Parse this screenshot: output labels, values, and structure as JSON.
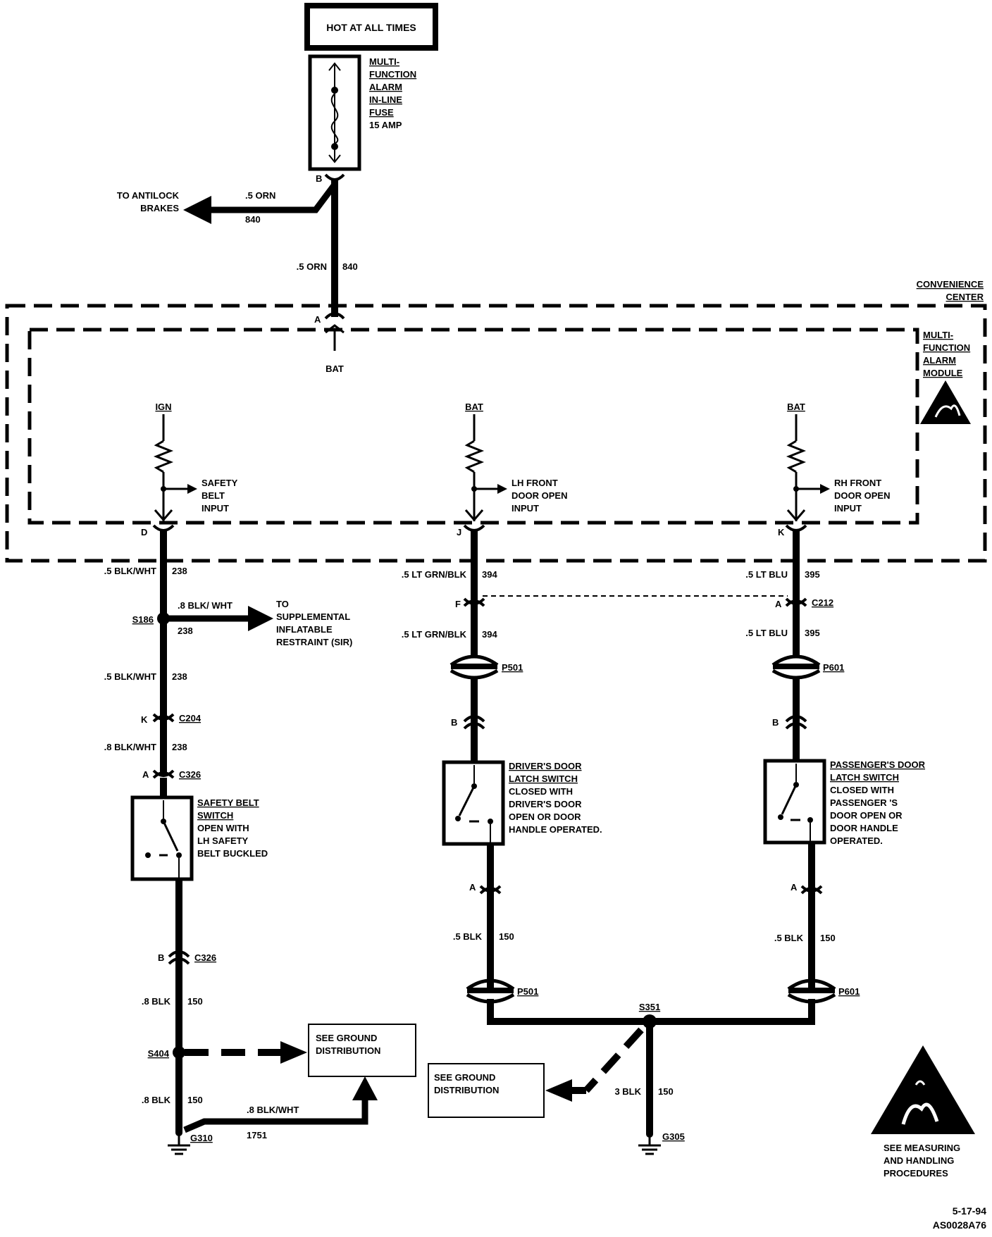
{
  "top_box": "HOT AT ALL TIMES",
  "fuse": {
    "label": [
      "MULTI-",
      "FUNCTION",
      "ALARM",
      "IN-LINE",
      "FUSE"
    ],
    "rating": "15 AMP",
    "pin_b": "B"
  },
  "antilock": {
    "label": [
      "TO ANTILOCK",
      "BRAKES"
    ],
    "wire": ".5 ORN",
    "circuit": "840"
  },
  "feed": {
    "wire": ".5 ORN",
    "circuit": "840"
  },
  "convenience_center": [
    "CONVENIENCE",
    "CENTER"
  ],
  "module": {
    "label": [
      "MULTI-",
      "FUNCTION",
      "ALARM",
      "MODULE"
    ],
    "pin_a": "A",
    "bat": "BAT"
  },
  "inputs": [
    {
      "source": "IGN",
      "label": [
        "SAFETY",
        "BELT",
        "INPUT"
      ],
      "pin": "D"
    },
    {
      "source": "BAT",
      "label": [
        "LH FRONT",
        "DOOR OPEN",
        "INPUT"
      ],
      "pin": "J"
    },
    {
      "source": "BAT",
      "label": [
        "RH FRONT",
        "DOOR OPEN",
        "INPUT"
      ],
      "pin": "K"
    }
  ],
  "left_branch": {
    "w1": {
      "wire": ".5 BLK/WHT",
      "circuit": "238"
    },
    "splice": "S186",
    "sir_wire": ".8 BLK/ WHT",
    "sir_circuit": "238",
    "sir_label": [
      "TO",
      "SUPPLEMENTAL",
      "INFLATABLE",
      "RESTRAINT (SIR)"
    ],
    "w2": {
      "wire": ".5 BLK/WHT",
      "circuit": "238"
    },
    "c204_pin": "K",
    "c204": "C204",
    "w3": {
      "wire": ".8 BLK/WHT",
      "circuit": "238"
    },
    "c326a_pin": "A",
    "c326a": "C326",
    "switch_title": [
      "SAFETY BELT",
      "SWITCH"
    ],
    "switch_desc": [
      "OPEN WITH",
      "LH SAFETY",
      "BELT BUCKLED"
    ],
    "c326b_pin": "B",
    "c326b": "C326",
    "w4": {
      "wire": ".8 BLK",
      "circuit": "150"
    },
    "splice_s404": "S404",
    "ground_dist": [
      "SEE GROUND",
      "DISTRIBUTION"
    ],
    "w5": {
      "wire": ".8 BLK",
      "circuit": "150"
    },
    "w6": {
      "wire": ".8  BLK/WHT",
      "circuit": "1751"
    },
    "ground": "G310"
  },
  "middle_branch": {
    "w1": {
      "wire": ".5 LT GRN/BLK",
      "circuit": "394"
    },
    "c_pin": "F",
    "w2": {
      "wire": ".5 LT GRN/BLK",
      "circuit": "394"
    },
    "p501a": "P501",
    "pin_b": "B",
    "switch_title": [
      "DRIVER'S DOOR",
      "LATCH SWITCH"
    ],
    "switch_desc": [
      "CLOSED WITH",
      "DRIVER'S DOOR",
      "OPEN OR DOOR",
      "HANDLE OPERATED."
    ],
    "pin_a": "A",
    "w3": {
      "wire": ".5 BLK",
      "circuit": "150"
    },
    "p501b": "P501"
  },
  "right_branch": {
    "w1": {
      "wire": ".5 LT BLU",
      "circuit": "395"
    },
    "c_pin": "A",
    "c212": "C212",
    "w2": {
      "wire": ".5 LT BLU",
      "circuit": "395"
    },
    "p601a": "P601",
    "pin_b": "B",
    "switch_title": [
      "PASSENGER'S DOOR",
      "LATCH SWITCH"
    ],
    "switch_desc": [
      "CLOSED WITH",
      "PASSENGER 'S",
      "DOOR OPEN OR",
      "DOOR HANDLE",
      "OPERATED."
    ],
    "pin_a": "A",
    "w3": {
      "wire": ".5 BLK",
      "circuit": "150"
    },
    "p601b": "P601"
  },
  "bottom": {
    "splice": "S351",
    "ground_dist": [
      "SEE  GROUND",
      "DISTRIBUTION"
    ],
    "wire": "3 BLK",
    "circuit": "150",
    "ground": "G305"
  },
  "esd_label": [
    "SEE MEASURING",
    "AND HANDLING",
    "PROCEDURES"
  ],
  "date": "5-17-94",
  "code": "AS0028A76"
}
